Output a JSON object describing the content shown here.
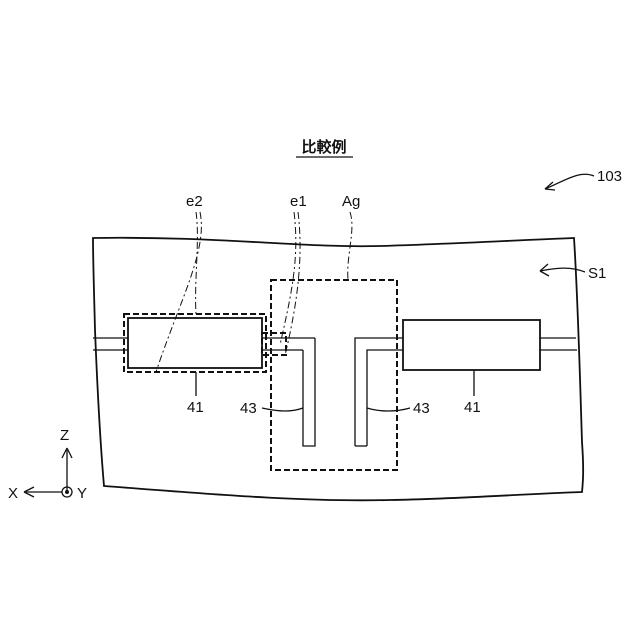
{
  "title": "比較例",
  "figure_number": "103",
  "labels": {
    "substrate": "S1",
    "e2": "e2",
    "e1": "e1",
    "gap": "Ag",
    "element_left": "41",
    "element_right": "41",
    "line_left": "43",
    "line_right": "43"
  },
  "axes": {
    "z": "Z",
    "x": "X",
    "y": "Y"
  }
}
